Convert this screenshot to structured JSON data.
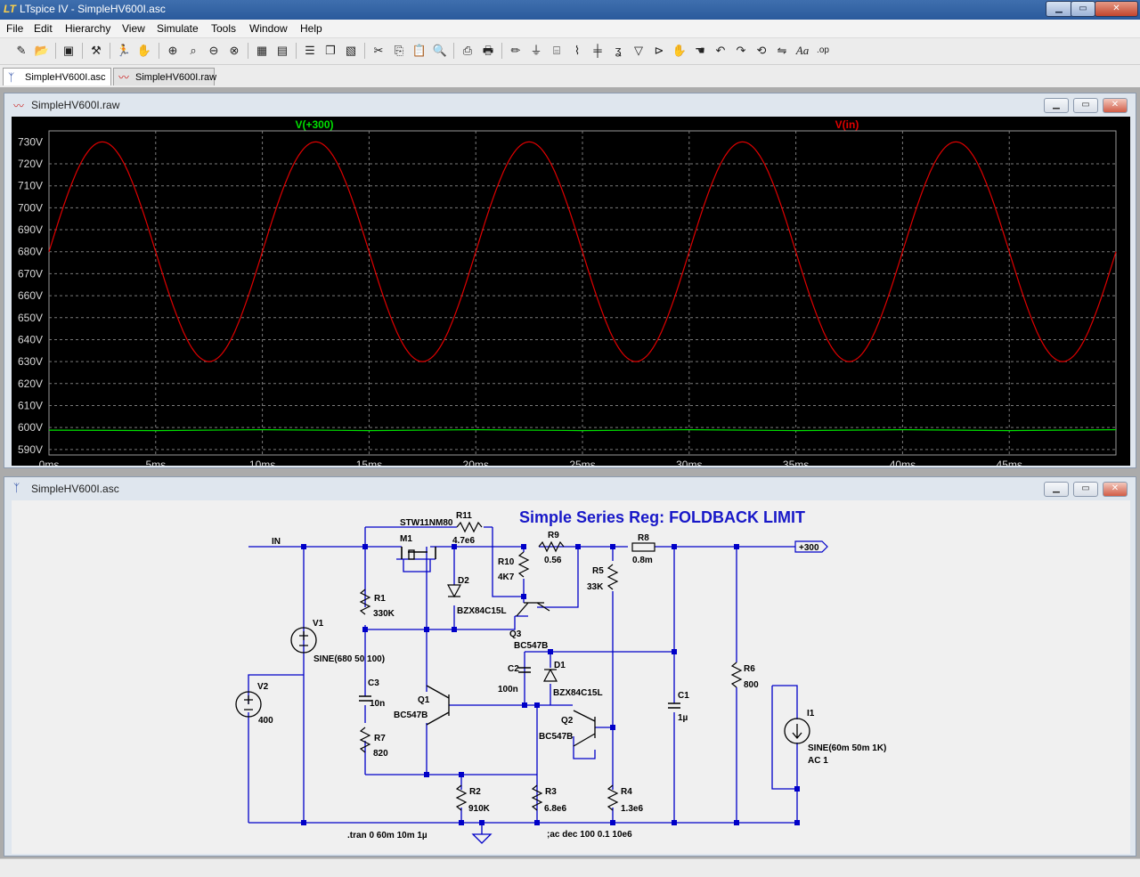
{
  "window": {
    "title": "LTspice IV - SimpleHV600I.asc",
    "icon": "ltspice-logo-icon"
  },
  "window_controls": {
    "minimize": "▁",
    "maximize": "▭",
    "close": "✕"
  },
  "menu": [
    "File",
    "Edit",
    "Hierarchy",
    "View",
    "Simulate",
    "Tools",
    "Window",
    "Help"
  ],
  "toolbar": [
    "new-schematic-icon",
    "open-folder-icon",
    "save-icon",
    "control-panel-icon",
    "run-icon",
    "halt-icon",
    "zoom-in-icon",
    "zoom-pan-icon",
    "zoom-out-icon",
    "zoom-cancel-icon",
    "autorange-icon",
    "zoom-fit-icon",
    "tile-horizontal-icon",
    "cascade-icon",
    "close-window-icon",
    "cut-icon",
    "copy-icon",
    "paste-icon",
    "find-icon",
    "print-setup-icon",
    "print-icon",
    "draw-wire-icon",
    "ground-icon",
    "label-net-icon",
    "resistor-icon",
    "capacitor-icon",
    "inductor-icon",
    "diode-icon",
    "component-icon",
    "move-icon",
    "drag-icon",
    "undo-icon",
    "redo-icon",
    "rotate-icon",
    "mirror-icon",
    "text-icon",
    "spice-directive-icon"
  ],
  "tabs": [
    {
      "label": "SimpleHV600I.asc",
      "icon": "schematic-icon"
    },
    {
      "label": "SimpleHV600I.raw",
      "icon": "waveform-icon"
    }
  ],
  "plot_window": {
    "title": "SimpleHV600I.raw",
    "icon": "waveform-icon",
    "chart_data": {
      "type": "line",
      "series": [
        {
          "name": "V(+300)",
          "color": "#00e000",
          "x_ms": [
            0,
            5,
            10,
            15,
            20,
            25,
            30,
            35,
            40,
            45,
            50
          ],
          "y_V": [
            598.8,
            598.6,
            599.0,
            598.6,
            599.0,
            598.6,
            599.0,
            598.6,
            599.0,
            598.6,
            599.0
          ]
        },
        {
          "name": "V(in)",
          "color": "#e00000",
          "x_ms": [
            0,
            2.5,
            5,
            7.5,
            10,
            12.5,
            15,
            17.5,
            20,
            22.5,
            25,
            27.5,
            30,
            32.5,
            35,
            37.5,
            40,
            42.5,
            45,
            47.5,
            50
          ],
          "y_V": [
            680,
            730,
            680,
            630,
            680,
            730,
            680,
            630,
            680,
            730,
            680,
            630,
            680,
            730,
            680,
            630,
            680,
            730,
            680,
            630,
            680
          ]
        }
      ],
      "y_ticks": [
        "730V",
        "720V",
        "710V",
        "700V",
        "690V",
        "680V",
        "670V",
        "660V",
        "650V",
        "640V",
        "630V",
        "620V",
        "610V",
        "600V",
        "590V"
      ],
      "x_ticks": [
        "0ms",
        "5ms",
        "10ms",
        "15ms",
        "20ms",
        "25ms",
        "30ms",
        "35ms",
        "40ms",
        "45ms"
      ],
      "ylim": [
        587.5,
        735
      ],
      "xlim": [
        0,
        50
      ],
      "grid": true,
      "background": "#000000"
    }
  },
  "schematic_window": {
    "title": "SimpleHV600I.asc",
    "icon": "schematic-icon",
    "heading": "Simple Series Reg: FOLDBACK LIMIT",
    "nets": {
      "in": "IN",
      "out": "+300"
    },
    "components": {
      "m1": {
        "ref": "M1",
        "value": "STW11NM80"
      },
      "r11": {
        "ref": "R11",
        "value": "4.7e6"
      },
      "r9": {
        "ref": "R9",
        "value": "0.56"
      },
      "r8": {
        "ref": "R8",
        "value": "0.8m"
      },
      "r10": {
        "ref": "R10",
        "value": "4K7"
      },
      "d2": {
        "ref": "D2",
        "value": "BZX84C15L"
      },
      "r1": {
        "ref": "R1",
        "value": "330K"
      },
      "v1": {
        "ref": "V1",
        "value": "SINE(680 50 100)"
      },
      "q3": {
        "ref": "Q3",
        "value": "BC547B"
      },
      "r5": {
        "ref": "R5",
        "value": "33K"
      },
      "c2": {
        "ref": "C2",
        "value": "100n"
      },
      "d1": {
        "ref": "D1",
        "value": "BZX84C15L"
      },
      "c3": {
        "ref": "C3",
        "value": "10n"
      },
      "q1": {
        "ref": "Q1",
        "value": "BC547B"
      },
      "v2": {
        "ref": "V2",
        "value": "400"
      },
      "q2": {
        "ref": "Q2",
        "value": "BC547B"
      },
      "c1": {
        "ref": "C1",
        "value": "1µ"
      },
      "r6": {
        "ref": "R6",
        "value": "800"
      },
      "i1": {
        "ref": "I1",
        "value": "SINE(60m 50m 1K)",
        "value2": "AC 1"
      },
      "r7": {
        "ref": "R7",
        "value": "820"
      },
      "r2": {
        "ref": "R2",
        "value": "910K"
      },
      "r3": {
        "ref": "R3",
        "value": "6.8e6"
      },
      "r4": {
        "ref": "R4",
        "value": "1.3e6"
      }
    },
    "directives": {
      "tran": ".tran 0 60m 10m 1µ",
      "ac": ";ac dec 100 0.1 10e6"
    }
  }
}
